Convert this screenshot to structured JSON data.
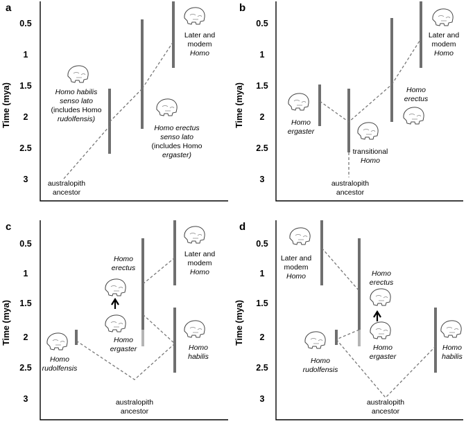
{
  "y_axis_label": "Time (mya)",
  "ticks": [
    "0.5",
    "1",
    "1.5",
    "2",
    "2.5",
    "3"
  ],
  "panels": {
    "a": {
      "letter": "a",
      "habilis": [
        "Homo habilis",
        "senso lato",
        "(includes Homo",
        "rudolfensis)"
      ],
      "erectus": [
        "Homo erectus",
        "senso lato",
        "(includes Homo",
        "ergaster)"
      ],
      "later": [
        "Later and",
        "modem",
        "Homo"
      ],
      "ancestor": [
        "australopith",
        "ancestor"
      ]
    },
    "b": {
      "letter": "b",
      "ergaster": [
        "Homo",
        "ergaster"
      ],
      "transitional": [
        "transitional",
        "Homo"
      ],
      "erectus": [
        "Homo",
        "erectus"
      ],
      "later": [
        "Later and",
        "modem",
        "Homo"
      ],
      "ancestor": [
        "australopith",
        "ancestor"
      ]
    },
    "c": {
      "letter": "c",
      "rudolfensis": [
        "Homo",
        "rudolfensis"
      ],
      "erectus": [
        "Homo",
        "erectus"
      ],
      "ergaster": [
        "Homo",
        "ergaster"
      ],
      "later": [
        "Later and",
        "modem",
        "Homo"
      ],
      "habilis": [
        "Homo",
        "habilis"
      ],
      "ancestor": [
        "australopith",
        "ancestor"
      ]
    },
    "d": {
      "letter": "d",
      "later": [
        "Later and",
        "modem",
        "Homo"
      ],
      "erectus": [
        "Homo",
        "erectus"
      ],
      "ergaster": [
        "Homo",
        "ergaster"
      ],
      "rudolfensis": [
        "Homo",
        "rudolfensis"
      ],
      "habilis": [
        "Homo",
        "habilis"
      ],
      "ancestor": [
        "australopith",
        "ancestor"
      ]
    }
  }
}
